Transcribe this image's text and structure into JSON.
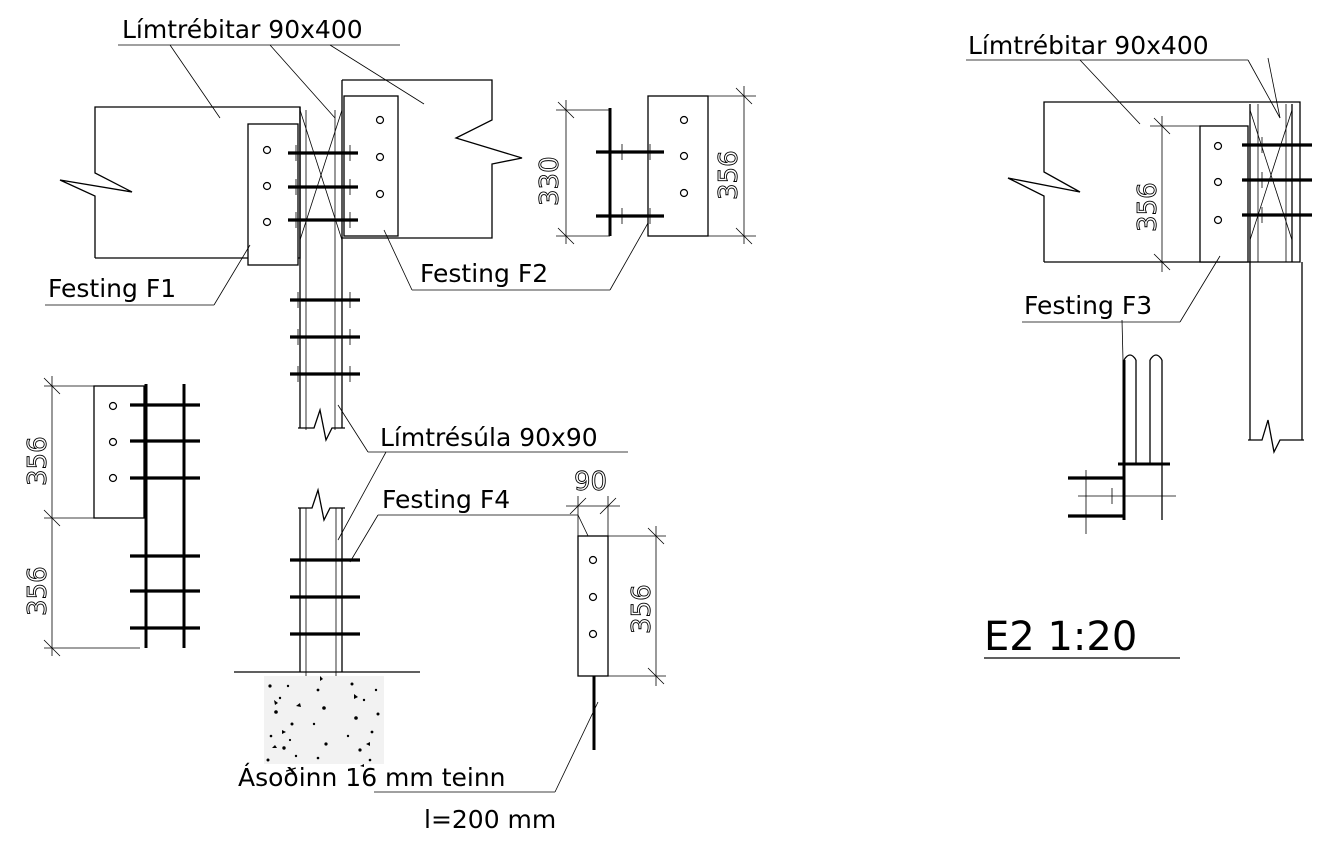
{
  "labels": {
    "beam_top": "Límtrébitar 90x400",
    "beam_right": "Límtrébitar 90x400",
    "festing_f1": "Festing F1",
    "festing_f2": "Festing F2",
    "festing_f3": "Festing F3",
    "festing_f4": "Festing F4",
    "column": "Límtrésúla 90x90",
    "rod": "Ásoðinn 16 mm teinn",
    "rod_length": "l=200 mm",
    "scale": "E2 1:20"
  },
  "dimensions": {
    "f2_height": "330",
    "f2_plate": "356",
    "f3_plate": "356",
    "f1_plate": "356",
    "f1_lower": "356",
    "f4_width": "90",
    "f4_plate": "356"
  }
}
